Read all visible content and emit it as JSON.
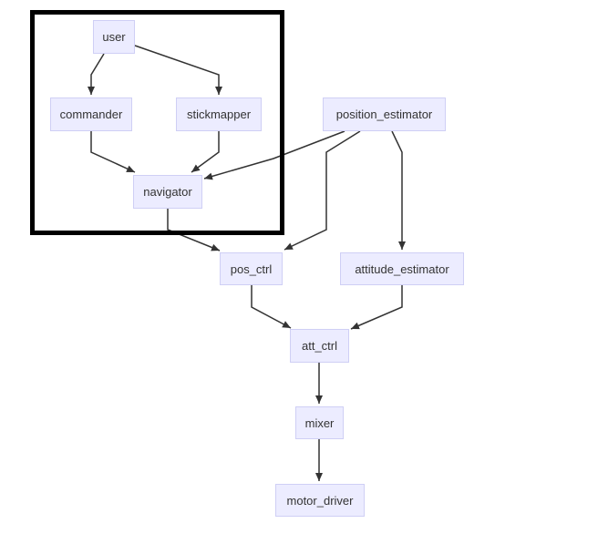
{
  "nodes": {
    "user": "user",
    "commander": "commander",
    "stickmapper": "stickmapper",
    "navigator": "navigator",
    "position_estimator": "position_estimator",
    "pos_ctrl": "pos_ctrl",
    "attitude_estimator": "attitude_estimator",
    "att_ctrl": "att_ctrl",
    "mixer": "mixer",
    "motor_driver": "motor_driver"
  },
  "edges": [
    {
      "from": "user",
      "to": "commander"
    },
    {
      "from": "user",
      "to": "stickmapper"
    },
    {
      "from": "commander",
      "to": "navigator"
    },
    {
      "from": "stickmapper",
      "to": "navigator"
    },
    {
      "from": "position_estimator",
      "to": "navigator"
    },
    {
      "from": "position_estimator",
      "to": "pos_ctrl"
    },
    {
      "from": "position_estimator",
      "to": "attitude_estimator"
    },
    {
      "from": "navigator",
      "to": "pos_ctrl"
    },
    {
      "from": "pos_ctrl",
      "to": "att_ctrl"
    },
    {
      "from": "attitude_estimator",
      "to": "att_ctrl"
    },
    {
      "from": "att_ctrl",
      "to": "mixer"
    },
    {
      "from": "mixer",
      "to": "motor_driver"
    }
  ],
  "colors": {
    "node_fill": "#ececff",
    "node_border": "#cfcff5",
    "edge": "#333333",
    "frame": "#000000"
  }
}
